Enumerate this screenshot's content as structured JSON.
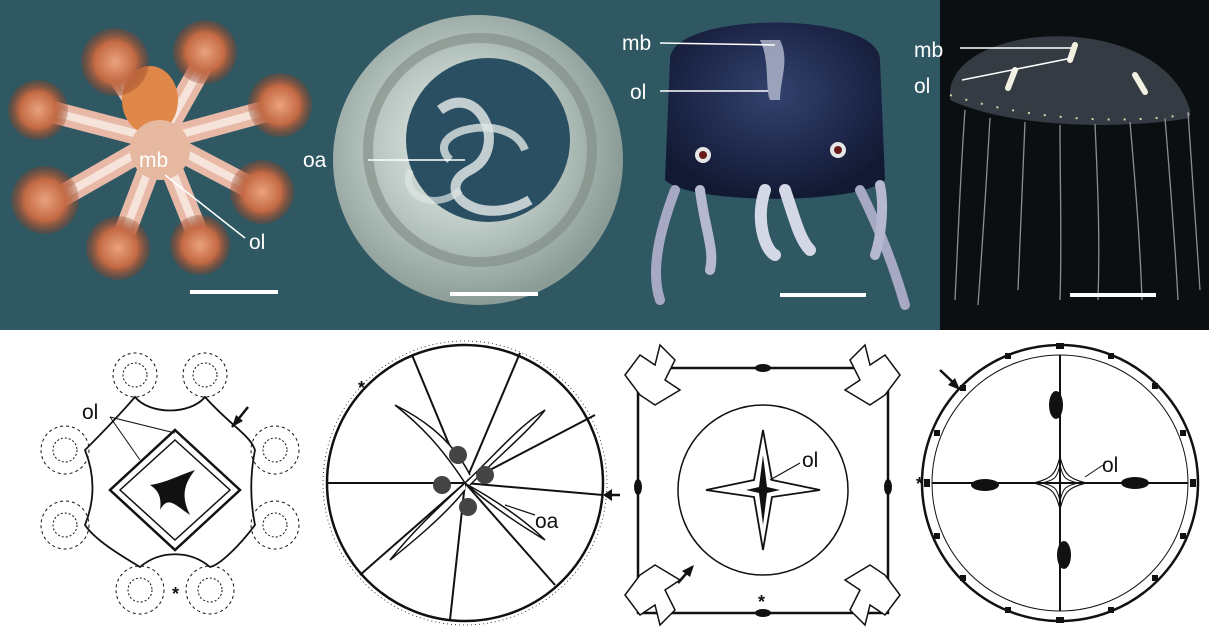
{
  "labels": {
    "mb": "mb",
    "ol": "ol",
    "oa": "oa",
    "asterisk": "*"
  },
  "colors": {
    "background_band": "#2f5863",
    "photo_labels": "#ffffff",
    "diagram_ink": "#111111"
  },
  "panels": {
    "photo_1": {
      "subject": "stalked jellyfish photo",
      "labels": [
        "mb",
        "ol"
      ]
    },
    "photo_2": {
      "subject": "moon jellyfish photo",
      "labels": [
        "oa"
      ]
    },
    "photo_3": {
      "subject": "box jellyfish photo",
      "labels": [
        "mb",
        "ol"
      ]
    },
    "photo_4": {
      "subject": "hydromedusa photo",
      "labels": [
        "mb",
        "ol"
      ]
    },
    "diagram_1": {
      "labels": [
        "ol",
        "*"
      ]
    },
    "diagram_2": {
      "labels": [
        "oa",
        "*"
      ]
    },
    "diagram_3": {
      "labels": [
        "ol",
        "*"
      ]
    },
    "diagram_4": {
      "labels": [
        "ol",
        "*"
      ]
    }
  }
}
